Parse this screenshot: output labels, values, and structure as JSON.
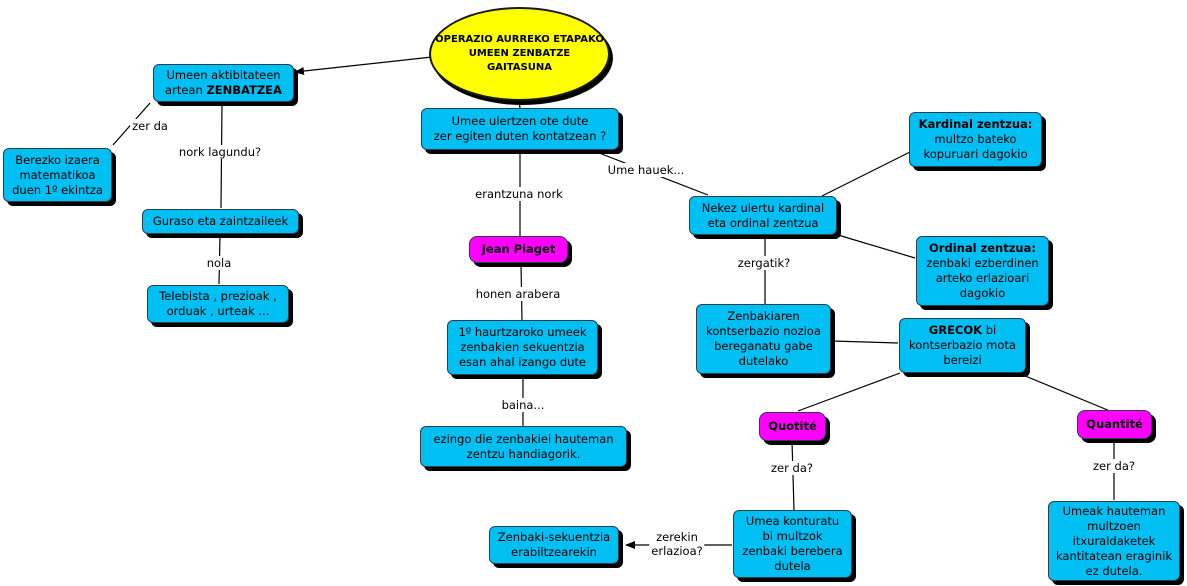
{
  "root": {
    "lines": [
      "OPERAZIO AURREKO ETAPAKO",
      "UMEEN ZENBATZE",
      "GAITASUNA"
    ]
  },
  "nodes": {
    "aktibitate": {
      "l1": "Umeen aktibitateen",
      "l2_plain": "artean ",
      "l2_bold": "ZENBATZEA"
    },
    "berezko": {
      "lines": [
        "Berezko izaera",
        "matematikoa",
        "duen 1º ekintza"
      ]
    },
    "guraso": {
      "lines": [
        "Guraso eta zaintzaileek"
      ]
    },
    "telebista": {
      "lines": [
        "Telebista , prezioak ,",
        "orduak , urteak ..."
      ]
    },
    "ulertzen": {
      "lines": [
        "Umee ulertzen ote dute",
        "zer egiten duten kontatzean ?"
      ]
    },
    "piaget": {
      "lines": [
        "Jean Piaget"
      ]
    },
    "haurtzaro": {
      "lines": [
        "1º haurtzaroko umeek",
        "zenbakien sekuentzia",
        "esan ahal izango dute"
      ]
    },
    "ezingo": {
      "lines": [
        "ezingo die zenbakiei hauteman",
        "zentzu handiagorik."
      ]
    },
    "nekez": {
      "lines": [
        "Nekez ulertu kardinal",
        "eta ordinal zentzua"
      ]
    },
    "kardinal": {
      "bold": "Kardinal zentzua:",
      "lines": [
        "multzo bateko",
        "kopuruari dagokio"
      ]
    },
    "ordinal": {
      "bold": "Ordinal zentzua:",
      "lines": [
        "zenbaki ezberdinen",
        "arteko erlazioari",
        "dagokio"
      ]
    },
    "kontserbazio": {
      "lines": [
        "Zenbakiaren",
        "kontserbazio nozioa",
        "bereganatu gabe",
        "dutelako"
      ]
    },
    "grecok": {
      "bold": "GRECOK",
      "l1_rest": " bi",
      "lines": [
        "kontserbazio mota",
        "bereizi"
      ]
    },
    "quotite": {
      "lines": [
        "Quotité"
      ]
    },
    "quantite": {
      "lines": [
        "Quantité"
      ]
    },
    "umea_konturatu": {
      "lines": [
        "Umea konturatu",
        "bi multzok",
        "zenbaki berebera",
        "dutela"
      ]
    },
    "sekuentzia": {
      "lines": [
        "Zenbaki-sekuentzia",
        "erabiltzearekin"
      ]
    },
    "umeak_hauteman": {
      "lines": [
        "Umeak hauteman",
        "multzoen",
        "itxuraldaketek",
        "kantitatean eraginik",
        "ez dutela."
      ]
    }
  },
  "labels": {
    "zer_da_1": "zer da",
    "nork_lagundu": "nork lagundu?",
    "nola": "nola",
    "erantzuna_nork": "erantzuna nork",
    "ume_hauek": "Ume hauek...",
    "honen_arabera": "honen arabera",
    "baina": "baina...",
    "zergatik": "zergatik?",
    "zer_da_2": "zer da?",
    "zer_da_3": "zer da?",
    "zerekin_1": "zerekin",
    "zerekin_2": "erlazioa?"
  },
  "colors": {
    "concept": "#00bff3",
    "highlight": "#ff00ff",
    "root": "#ffff00"
  }
}
